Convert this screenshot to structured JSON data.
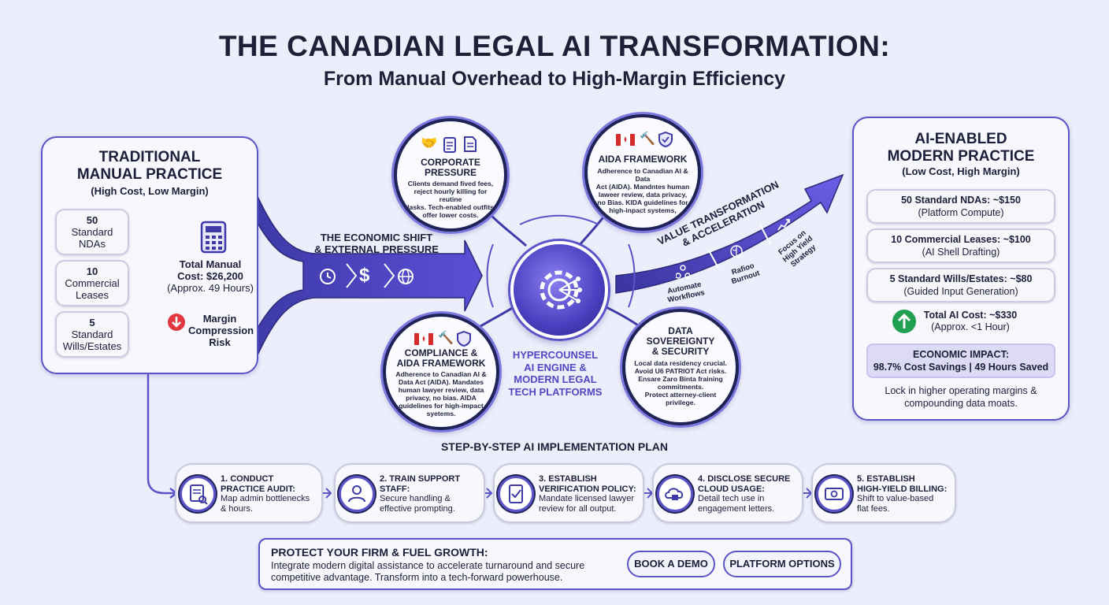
{
  "header": {
    "title": "THE CANADIAN LEGAL AI TRANSFORMATION:",
    "subtitle": "From Manual Overhead to High-Margin Efficiency"
  },
  "traditional": {
    "title_line1": "TRADITIONAL",
    "title_line2": "MANUAL PRACTICE",
    "subtitle": "(High Cost, Low Margin)",
    "items": [
      {
        "num": "50",
        "line1": "Standard",
        "line2": "NDAs"
      },
      {
        "num": "10",
        "line1": "Commercial",
        "line2": "Leases"
      },
      {
        "num": "5",
        "line1": "Standard",
        "line2": "Wills/Estates"
      }
    ],
    "total_line1": "Total Manual",
    "total_line2": "Cost: $26,200",
    "total_line3": "(Approx. 49 Hours)",
    "risk_line1": "Margin",
    "risk_line2": "Compression",
    "risk_line3": "Risk"
  },
  "shift": {
    "line1": "THE ECONOMIC SHIFT",
    "line2": "& EXTERNAL PRESSURE"
  },
  "corporate": {
    "title_line1": "CORPORATE",
    "title_line2": "PRESSURE",
    "body": [
      "Clients demand fived fees,",
      "reject hourly killing for reutine",
      "lasks. Tech-enabled outfits",
      "offer lower costs."
    ]
  },
  "aida_top": {
    "title": "AIDA FRAMEWORK",
    "body": [
      "Adherence to Canadian AI & Data",
      "Act (AIDA). Mandntes human",
      "laweer review, data privacy,",
      "no Bias. KIDA guidelines for",
      "high-inpact systems,"
    ]
  },
  "compliance": {
    "title_line1": "COMPLIANCE &",
    "title_line2": "AIDA FRAMEWORK",
    "body": [
      "Adherence to Canadian AI &",
      "Data Act (AIDA). Mandates",
      "human lawyer review, data",
      "privacy, no bias. AIDA",
      "guidelines for high-impact",
      "syetems."
    ]
  },
  "sovereignty": {
    "title_line1": "DATA",
    "title_line2": "SOVEREIGNTY",
    "title_line3": "& SECURITY",
    "body": [
      "Local data residency crucial.",
      "Avoid U6 PATRIOT Act risks.",
      "Ensare Zaro Binta fraining",
      "commitments.",
      "Protect atterney-client",
      "privilege."
    ]
  },
  "engine": {
    "line1": "HYPERCOUNSEL",
    "line2": "AI ENGINE &",
    "line3": "MODERN LEGAL",
    "line4": "TECH PLATFORMS"
  },
  "value": {
    "line1": "VALUE TRANSFORMATION",
    "line2": "& ACCELERATION",
    "item1_line1": "Automate",
    "item1_line2": "Workflows",
    "item2_line1": "Rafioo",
    "item2_line2": "Burnout",
    "item3_line1": "Focus on",
    "item3_line2": "High Yield",
    "item3_line3": "Strategy"
  },
  "modern": {
    "title_line1": "AI-ENABLED",
    "title_line2": "MODERN PRACTICE",
    "subtitle": "(Low Cost, High Margin)",
    "items": [
      {
        "line1": "50 Standard NDAs: ~$150",
        "line2": "(Platform Compute)"
      },
      {
        "line1": "10 Commercial Leases: ~$100",
        "line2": "(AI Shell Drafting)"
      },
      {
        "line1": "5 Standard Wills/Estates: ~$80",
        "line2": "(Guided Input Generation)"
      }
    ],
    "total_line1": "Total AI Cost: ~$330",
    "total_line2": "(Approx. <1 Hour)",
    "impact_title": "ECONOMIC IMPACT:",
    "impact_body": "98.7% Cost Savings | 49 Hours Saved",
    "footer_line1": "Lock in higher operating margins &",
    "footer_line2": "compounding data moats."
  },
  "plan": {
    "title": "STEP-BY-STEP AI IMPLEMENTATION PLAN",
    "steps": [
      {
        "title1": "1. CONDUCT",
        "title2": "PRACTICE AUDIT:",
        "body1": "Map admin bottlenecks",
        "body2": "& hours."
      },
      {
        "title1": "2. TRAIN SUPPORT",
        "title2": "STAFF:",
        "body1": "Secure handling &",
        "body2": "effective prompting."
      },
      {
        "title1": "3. ESTABLISH",
        "title2": "VERIFICATION POLICY:",
        "body1": "Mandate licensed lawyer",
        "body2": "review for all output."
      },
      {
        "title1": "4. DISCLOSE SECURE",
        "title2": "CLOUD USAGE:",
        "body1": "Detail tech use in",
        "body2": "engagement letters."
      },
      {
        "title1": "5. ESTABLISH",
        "title2": "HIGH-YIELD BILLING:",
        "body1": "Shift to value-based",
        "body2": "flat fees."
      }
    ]
  },
  "cta": {
    "title": "PROTECT YOUR FIRM & FUEL GROWTH:",
    "body_line1": "Integrate modern digital assistance to accelerate turnaround and secure",
    "body_line2": "competitive advantage. Transform into a tech-forward powerhouse.",
    "demo_label": "BOOK A DEMO",
    "options_label": "PLATFORM OPTIONS"
  },
  "colors": {
    "accent": "#5b54c9",
    "navy": "#1f2358",
    "background": "#eceefb",
    "risk_red": "#e0383e",
    "growth_green": "#22a052"
  },
  "icons": [
    "calculator-icon",
    "down-arrow-icon",
    "clock-icon",
    "dollar-icon",
    "globe-icon",
    "handshake-icon",
    "clipboard-icon",
    "document-icon",
    "canada-flag-icon",
    "gavel-icon",
    "shield-icon",
    "gear-circuit-icon",
    "workflow-icon",
    "brain-icon",
    "growth-chart-icon",
    "up-arrow-icon",
    "audit-icon",
    "staff-icon",
    "policy-icon",
    "cloud-lock-icon",
    "billing-icon"
  ]
}
